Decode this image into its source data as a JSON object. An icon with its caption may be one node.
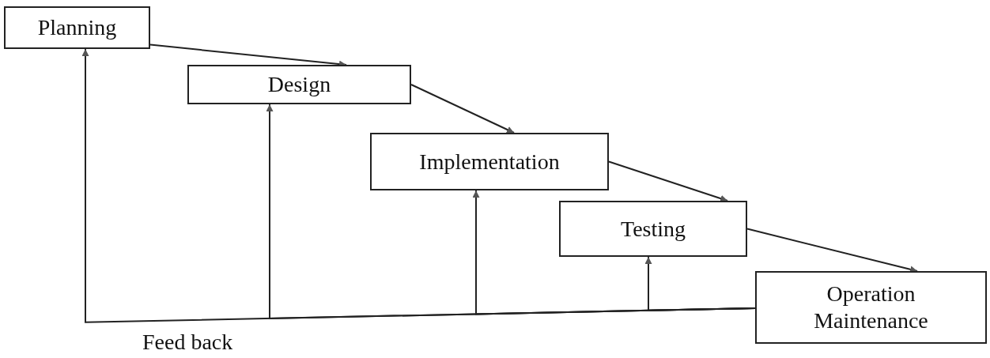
{
  "diagram": {
    "nodes": [
      {
        "text": [
          "Planning"
        ]
      },
      {
        "text": [
          "Design"
        ]
      },
      {
        "text": [
          "Implementation"
        ]
      },
      {
        "text": [
          "Testing"
        ]
      },
      {
        "text": [
          "Operation Maintenance"
        ]
      }
    ],
    "edges": [
      {
        "from": 0,
        "to": 1,
        "arrow": "to"
      },
      {
        "from": 1,
        "to": 2,
        "arrow": "to"
      },
      {
        "from": 2,
        "to": 3,
        "arrow": "to"
      },
      {
        "from": 3,
        "to": 4,
        "arrow": "to"
      },
      {
        "from": 4,
        "to": 0,
        "arrow": "to"
      },
      {
        "from": 4,
        "to": 1,
        "arrow": "to"
      },
      {
        "from": 4,
        "to": 2,
        "arrow": "to"
      },
      {
        "from": 4,
        "to": 3,
        "arrow": "to"
      }
    ],
    "labels": [
      "Feed back"
    ]
  }
}
